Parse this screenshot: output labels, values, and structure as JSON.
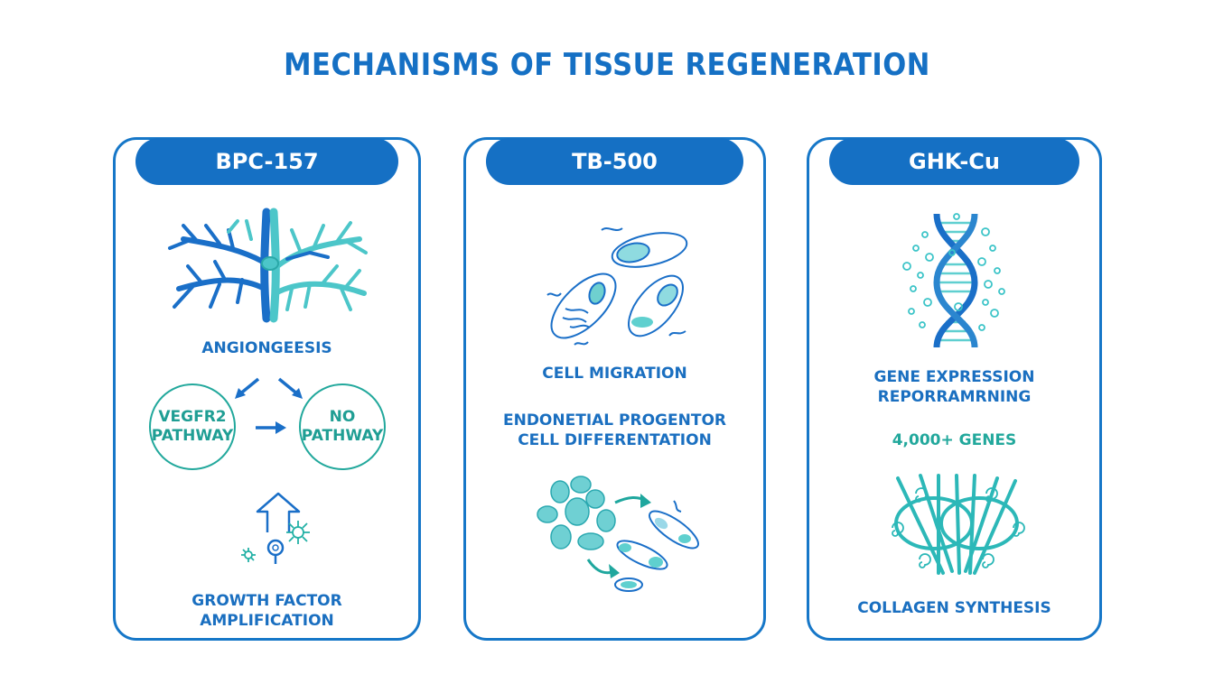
{
  "title": "MECHANISMS OF TISSUE REGENERATION",
  "colors": {
    "primary_blue": "#1570c4",
    "teal": "#22a89c",
    "light_teal": "#5fd0cf",
    "background": "#ffffff"
  },
  "panels": [
    {
      "header": "BPC-157",
      "illustration_top": "blood-vessel-branching-icon",
      "label_1": "ANGIONGEESIS",
      "pathway_left": {
        "line1": "VEGFR2",
        "line2": "PATHWAY"
      },
      "pathway_right": {
        "line1": "NO",
        "line2": "PATHWAY"
      },
      "illustration_bottom": "growth-factor-up-arrow-icon",
      "label_2_line1": "GROWTH FACTOR",
      "label_2_line2": "AMPLIFICATION"
    },
    {
      "header": "TB-500",
      "illustration_top": "migrating-cells-icon",
      "label_1": "CELL MIGRATION",
      "label_2_line1": "ENDONETIAL PROGENTOR",
      "label_2_line2": "CELL DIFFERENTATION",
      "illustration_bottom": "cell-differentiation-icon"
    },
    {
      "header": "GHK-Cu",
      "illustration_top": "dna-helix-icon",
      "label_1_line1": "GENE EXPRESSION",
      "label_1_line2": "REPORRAMRNING",
      "stat": "4,000+ GENES",
      "illustration_bottom": "collagen-fibers-icon",
      "label_2": "COLLAGEN SYNTHESIS"
    }
  ]
}
